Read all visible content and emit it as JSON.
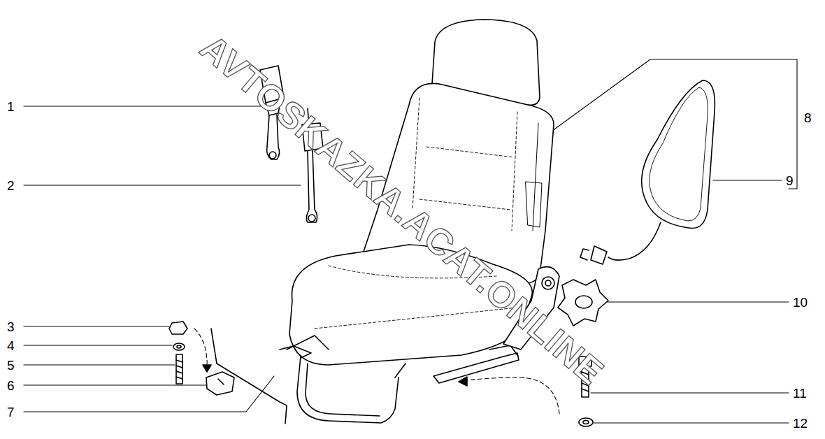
{
  "diagram": {
    "labels": [
      "1",
      "2",
      "3",
      "4",
      "5",
      "6",
      "7",
      "8",
      "9",
      "10",
      "11",
      "12",
      "AVTOSKAZKA.ACAT.ONLINE"
    ]
  }
}
